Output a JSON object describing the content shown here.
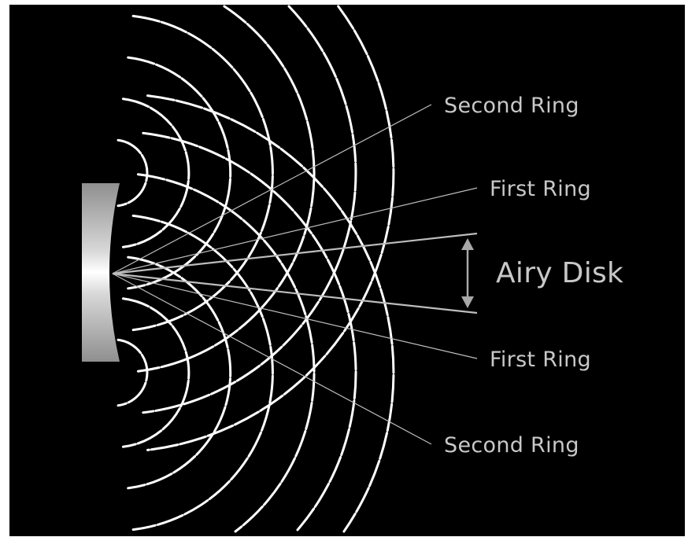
{
  "labels": {
    "second_ring_top": "Second Ring",
    "first_ring_top": "First Ring",
    "airy_disk": "Airy Disk",
    "first_ring_bottom": "First Ring",
    "second_ring_bottom": "Second Ring"
  },
  "colors": {
    "background": "#000000",
    "wave": "#ffffff",
    "line": "#bdbdbd",
    "text": "#c8c8c8",
    "aperture": "#a8a8a8"
  }
}
